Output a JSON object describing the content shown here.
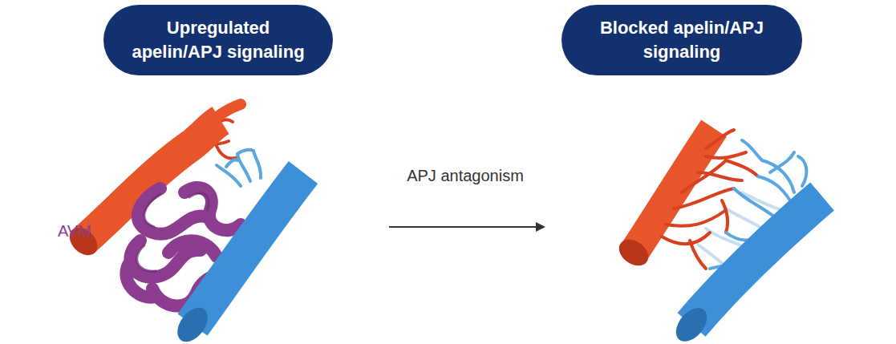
{
  "diagram": {
    "nodes": [
      {
        "text": [
          "Upregulated apelin/APJ signaling"
        ]
      },
      {
        "text": [
          "Blocked apelin/APJ signaling"
        ]
      }
    ],
    "labels": [
      "APJ antagonism",
      "AVM"
    ]
  }
}
